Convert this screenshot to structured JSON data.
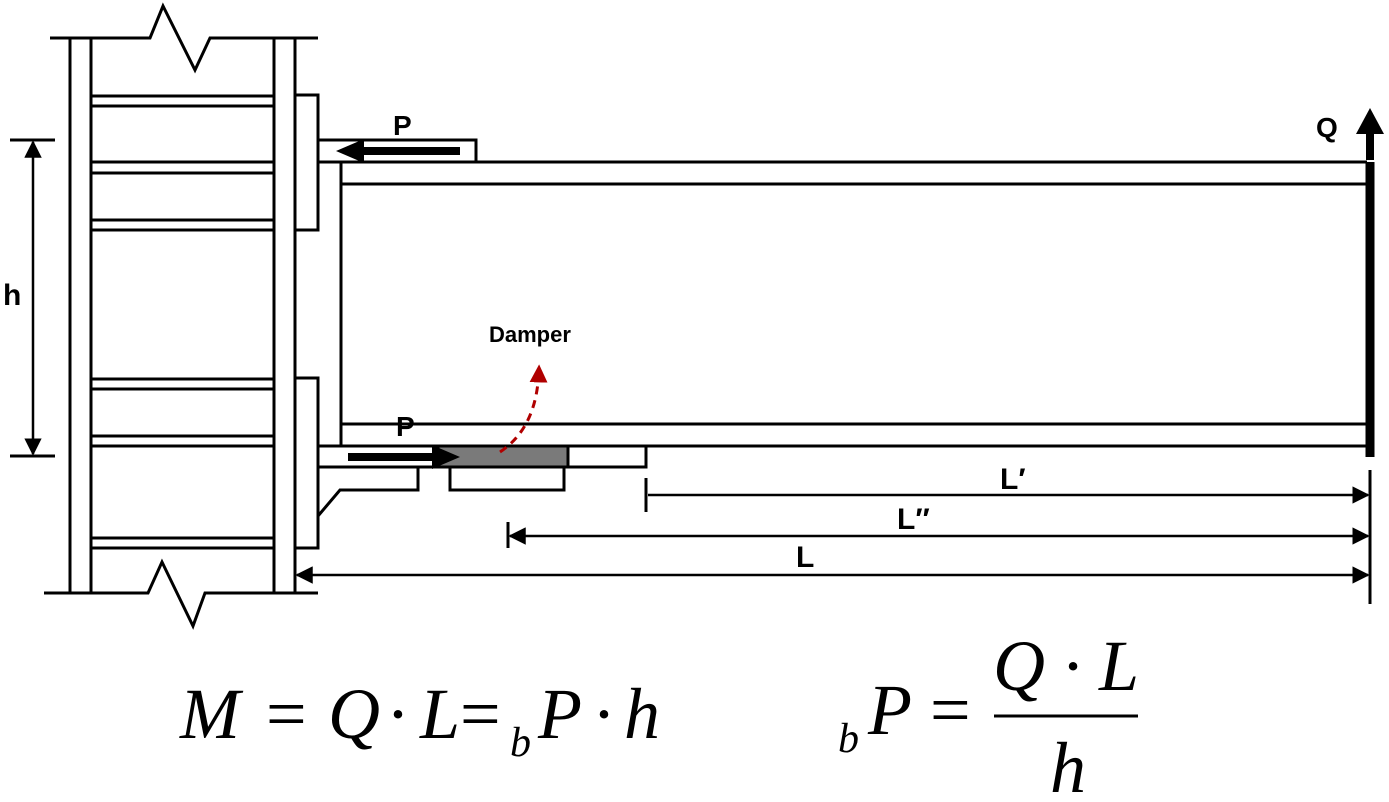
{
  "labels": {
    "force_top": "P",
    "force_bottom": "P",
    "shear": "Q",
    "height": "h",
    "damper": "Damper",
    "dim_l_prime": "L′",
    "dim_l_double_prime": "L″",
    "dim_l": "L"
  },
  "colors": {
    "damper_fill": "#7a7a7a",
    "damper_arrow": "#b00000",
    "line": "#000000"
  },
  "formula_left": {
    "m": "M",
    "eq1": "=",
    "q": "Q",
    "dot1": "·",
    "l": "L",
    "eq2": "=",
    "sub_b": "b",
    "p": "P",
    "dot2": "·",
    "h": "h"
  },
  "formula_right": {
    "sub_b": "b",
    "p": "P",
    "eq": "=",
    "num": "Q · L",
    "den": "h"
  }
}
